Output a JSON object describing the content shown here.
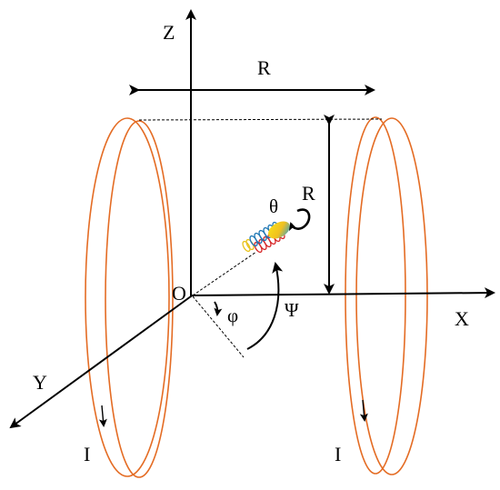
{
  "labels": {
    "z_axis": "Z",
    "x_axis": "X",
    "y_axis": "Y",
    "origin": "O",
    "coil_spacing": "R",
    "coil_radius": "R",
    "theta": "θ",
    "phi": "φ",
    "psi": "Ψ",
    "current_left": "I",
    "current_right": "I"
  },
  "colors": {
    "coil": "#e46c24",
    "axis": "#000000",
    "spring_blue": "#1f77b4",
    "spring_red": "#d62728",
    "spring_yellow": "#e8c21a",
    "ellipsoid_yellow": "#f4d21e",
    "ellipsoid_teal": "#3aa8c8"
  }
}
